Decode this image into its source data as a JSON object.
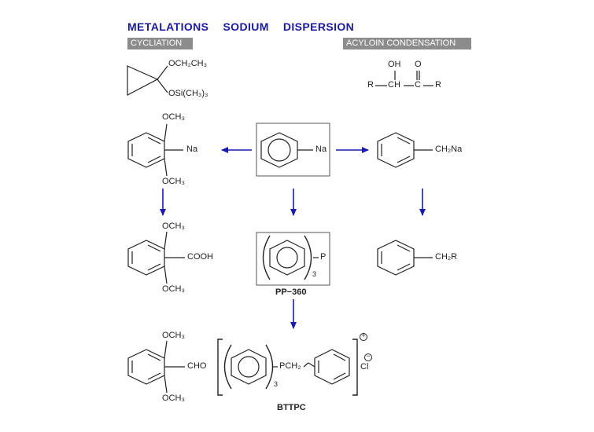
{
  "header": {
    "title_words": [
      "METALATIONS",
      "SODIUM",
      "DISPERSION"
    ],
    "badges": {
      "left": "CYCLIATION",
      "right": "ACYLOIN CONDENSATION"
    }
  },
  "colors": {
    "title": "#1a1aa0",
    "arrow": "#1a1ab0",
    "badge_bg": "#8c8c8c",
    "bond": "#222222",
    "box": "#555555"
  },
  "labels": {
    "cyclopropane_top": "OCH₂CH₃",
    "cyclopropane_bottom": "OSi(CH₃)₃",
    "acyloin_oh": "OH",
    "acyloin_o": "O",
    "acyloin_r_left": "R",
    "acyloin_ch": "CH",
    "acyloin_c": "C",
    "acyloin_r_right": "R",
    "r1_och3_top": "OCH₃",
    "r1_na": "Na",
    "r1_och3_bottom": "OCH₃",
    "phenylsodium_na": "Na",
    "benzylsodium": "CH₂Na",
    "r2_och3_top": "OCH₃",
    "r2_cooh": "COOH",
    "r2_och3_bottom": "OCH₃",
    "pp_p": "P",
    "pp_sub": "3",
    "pp_name": "PP−360",
    "benzyl_r": "CH₂R",
    "r3_och3_top": "OCH₃",
    "r3_cho": "CHO",
    "r3_och3_bottom": "OCH₃",
    "bttpc_sub": "3",
    "bttpc_pch2": "PCH₂",
    "bttpc_cl": "Cl",
    "bttpc_charge_plus": "+",
    "bttpc_charge_minus": "−",
    "bttpc_name": "BTTPC"
  }
}
